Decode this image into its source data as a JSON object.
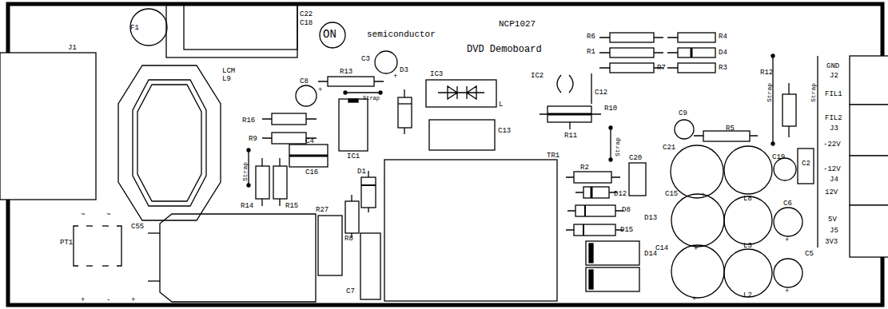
{
  "diagram": {
    "labels": [
      "F1",
      "C22",
      "C18",
      "ON",
      "semiconductor",
      "NCP1027",
      "DVD Demoboard",
      "J1",
      "LCM",
      "L9",
      "C3",
      "D3",
      "+",
      "R6",
      "R4",
      "R1",
      "D4",
      "R7",
      "R3",
      "R13",
      "C8",
      "+",
      "IC3",
      "IC2",
      "C12",
      "L",
      "Strap",
      "R12",
      "Strap",
      "Strap",
      "GND",
      "J2",
      "FIL1",
      "FIL2",
      "J3",
      "-22V",
      "-12V",
      "J4",
      "12V",
      "5V",
      "J5",
      "3V3",
      "R16",
      "R10",
      "C9",
      "C13",
      "R9",
      "R5",
      "R11",
      "Strap",
      "C21",
      "IC1",
      "C4",
      "TR1",
      "C19",
      "C2",
      "C20",
      "C16",
      "R2",
      "Strap",
      "D1",
      "C15",
      "D12",
      "L8",
      "R27",
      "R14",
      "R15",
      "C6",
      "D8",
      "~",
      "~",
      "C55",
      "D15",
      "R8",
      "PT1",
      "D13",
      "C14",
      "L3",
      "+",
      "+",
      "D14",
      "C5",
      "C7",
      "+",
      "L2",
      "+",
      "-",
      "+",
      "+",
      "+"
    ]
  }
}
